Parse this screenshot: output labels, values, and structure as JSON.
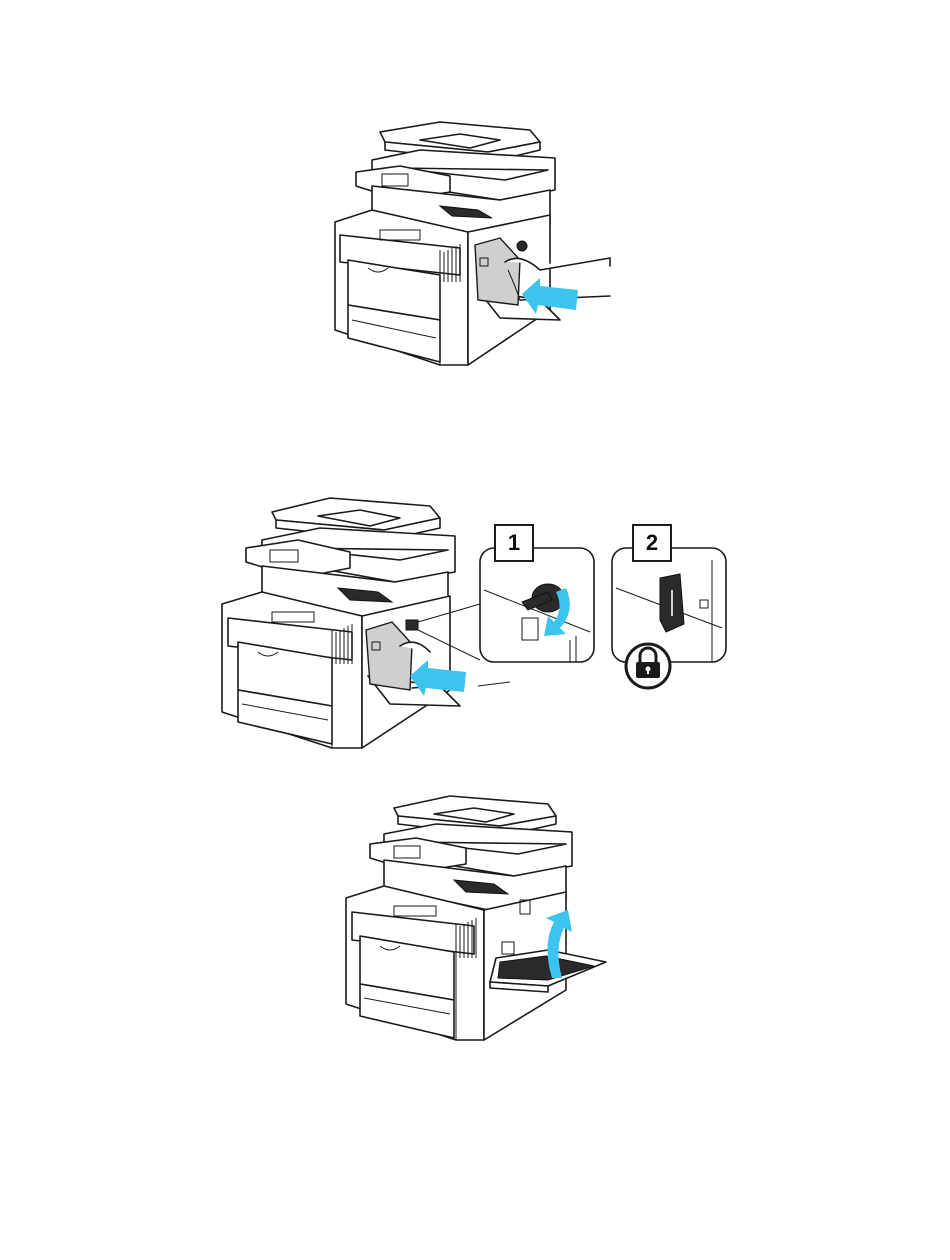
{
  "figures": [
    {
      "id": "fig-1",
      "subject": "printer",
      "arrow_color": "#3cc4ee"
    },
    {
      "id": "fig-2",
      "subject": "printer",
      "arrow_color": "#3cc4ee",
      "callouts": [
        {
          "label": "1"
        },
        {
          "label": "2",
          "icon": "lock-icon"
        }
      ]
    },
    {
      "id": "fig-3",
      "subject": "printer",
      "arrow_color": "#3cc4ee"
    }
  ]
}
